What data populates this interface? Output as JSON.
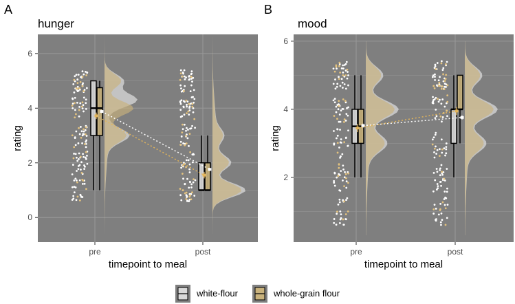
{
  "chart_data": [
    {
      "type": "raincloud",
      "tag": "A",
      "title": "hunger",
      "xlabel": "timepoint to meal",
      "ylabel": "rating",
      "categories": [
        "pre",
        "post"
      ],
      "ylim": [
        -0.9,
        6.7
      ],
      "yticks": [
        0,
        2,
        4,
        6
      ],
      "grid": true,
      "series": [
        {
          "name": "white-flour",
          "box": [
            {
              "x": "pre",
              "q1": 3.0,
              "median": 4.0,
              "q3": 5.0,
              "whisker_low": 1.0,
              "whisker_high": 5.0
            },
            {
              "x": "post",
              "q1": 1.0,
              "median": 1.0,
              "q3": 2.0,
              "whisker_low": 1.0,
              "whisker_high": 3.0
            }
          ],
          "mean": [
            {
              "x": "pre",
              "value": 3.88,
              "ci": 0.06
            },
            {
              "x": "post",
              "value": 1.76,
              "ci": 0.06
            }
          ],
          "density_peak": [
            {
              "x": "pre",
              "value": 4.3
            },
            {
              "x": "post",
              "value": 1.0
            }
          ]
        },
        {
          "name": "whole-grain flour",
          "box": [
            {
              "x": "pre",
              "q1": 3.0,
              "median": 4.0,
              "q3": 4.75,
              "whisker_low": 1.0,
              "whisker_high": 5.0
            },
            {
              "x": "post",
              "q1": 1.0,
              "median": 1.0,
              "q3": 2.0,
              "whisker_low": 1.0,
              "whisker_high": 3.0
            }
          ],
          "mean": [
            {
              "x": "pre",
              "value": 3.72,
              "ci": 0.12
            },
            {
              "x": "post",
              "value": 1.55,
              "ci": 0.12
            }
          ],
          "density_peak": [
            {
              "x": "pre",
              "value": 4.0
            },
            {
              "x": "post",
              "value": 1.0
            }
          ]
        }
      ]
    },
    {
      "type": "raincloud",
      "tag": "B",
      "title": "mood",
      "xlabel": "timepoint to meal",
      "ylabel": "rating",
      "categories": [
        "pre",
        "post"
      ],
      "ylim": [
        0.1,
        6.2
      ],
      "yticks": [
        2,
        4,
        6
      ],
      "grid": true,
      "series": [
        {
          "name": "white-flour",
          "box": [
            {
              "x": "pre",
              "q1": 3.0,
              "median": 3.5,
              "q3": 4.0,
              "whisker_low": 2.0,
              "whisker_high": 5.0
            },
            {
              "x": "post",
              "q1": 3.0,
              "median": 4.0,
              "q3": 4.0,
              "whisker_low": 2.0,
              "whisker_high": 5.0
            }
          ],
          "mean": [
            {
              "x": "pre",
              "value": 3.52,
              "ci": 0.06
            },
            {
              "x": "post",
              "value": 3.76,
              "ci": 0.06
            }
          ],
          "density_peak": [
            {
              "x": "pre",
              "value": 4.0
            },
            {
              "x": "post",
              "value": 4.0
            }
          ]
        },
        {
          "name": "whole-grain flour",
          "box": [
            {
              "x": "pre",
              "q1": 3.0,
              "median": 3.5,
              "q3": 4.0,
              "whisker_low": 2.0,
              "whisker_high": 5.0
            },
            {
              "x": "post",
              "q1": 4.0,
              "median": 4.0,
              "q3": 5.0,
              "whisker_low": 3.0,
              "whisker_high": 5.0
            }
          ],
          "mean": [
            {
              "x": "pre",
              "value": 3.45,
              "ci": 0.12
            },
            {
              "x": "post",
              "value": 3.95,
              "ci": 0.12
            }
          ],
          "density_peak": [
            {
              "x": "pre",
              "value": 4.0
            },
            {
              "x": "post",
              "value": 4.0
            }
          ]
        }
      ]
    }
  ],
  "legend": {
    "position": "bottom",
    "items": [
      {
        "label": "white-flour",
        "color": "#d9d9d9"
      },
      {
        "label": "whole-grain flour",
        "color": "#c9b27c"
      }
    ]
  },
  "colors": {
    "panel_background": "#7f7f7f",
    "grid": "#999999",
    "white_series": "#d9d9d9",
    "whole_grain_series": "#c9b27c",
    "white_points": "#ffffff",
    "whole_grain_points": "#e3c27e"
  }
}
